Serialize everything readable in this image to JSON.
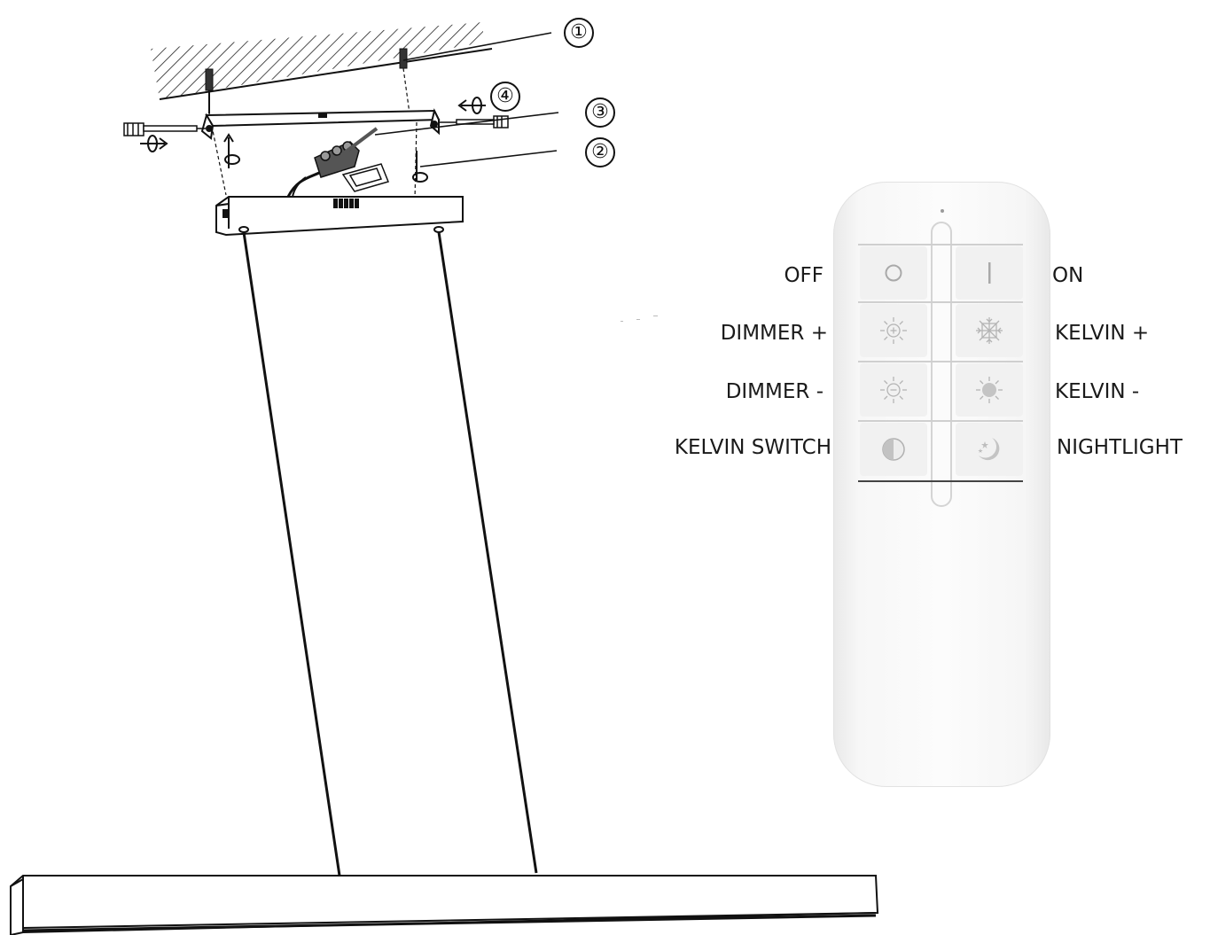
{
  "callouts": [
    "①",
    "②",
    "③",
    "④"
  ],
  "remote": {
    "labels_left": [
      "OFF",
      "DIMMER +",
      "DIMMER -",
      "KELVIN SWITCH"
    ],
    "labels_right": [
      "ON",
      "KELVIN +",
      "KELVIN -",
      "NIGHTLIGHT"
    ],
    "buttons": [
      {
        "icon": "off-circle-icon"
      },
      {
        "icon": "on-bar-icon"
      },
      {
        "icon": "sun-plus-icon"
      },
      {
        "icon": "snowflake-icon"
      },
      {
        "icon": "sun-minus-icon"
      },
      {
        "icon": "warm-sun-icon"
      },
      {
        "icon": "half-circle-icon"
      },
      {
        "icon": "moon-stars-icon"
      }
    ]
  }
}
